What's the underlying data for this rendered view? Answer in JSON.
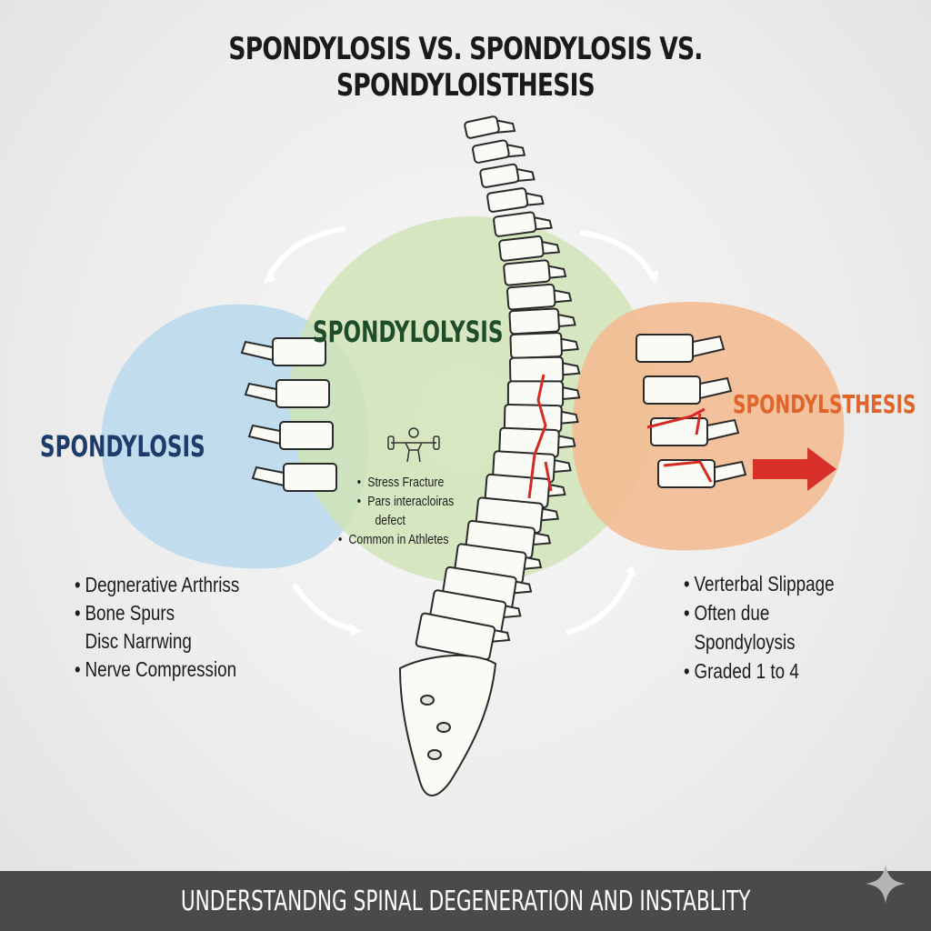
{
  "title": "SPONDYLOSIS VS. SPONDYLOSIS VS. SPONDYLOISTHESIS",
  "sections": {
    "spondylosis": {
      "label": "SPONDYLOSIS",
      "color": "#1d3b6b",
      "fill": "#b8d8ec",
      "bullets": [
        {
          "text": "Degnerative Arthriss",
          "bullet": true
        },
        {
          "text": "Bone Spurs",
          "bullet": true
        },
        {
          "text": "Disc Narrwing",
          "bullet": false
        },
        {
          "text": "Nerve Compression",
          "bullet": true
        }
      ]
    },
    "spondylolysis": {
      "label": "SPONDYLOLYSIS",
      "color": "#1f4d2a",
      "fill": "#cfe3b4",
      "icon": "weightlifter-icon",
      "bullets": [
        {
          "text": "Stress Fracture",
          "bullet": true
        },
        {
          "text": "Pars interacloiras",
          "bullet": true
        },
        {
          "text": "defect",
          "bullet": false
        },
        {
          "text": "Common in Athletes",
          "bullet": true
        }
      ]
    },
    "spondylolisthesis": {
      "label": "SPONDYLSTHESIS",
      "color": "#e0652a",
      "fill": "#f4b98e",
      "arrow_color": "#d9302a",
      "bullets": [
        {
          "text": "Verterbal Slippage",
          "bullet": true
        },
        {
          "text": "Often due",
          "bullet": true
        },
        {
          "text": "Spondyloysis",
          "bullet": false
        },
        {
          "text": "Graded 1 to 4",
          "bullet": true
        }
      ]
    }
  },
  "bullet_char": "•",
  "fracture_color": "#d42a22",
  "footer": {
    "text": "UNDERSTANDNG SPINAL DEGENERATION AND INSTABLITY",
    "background": "#4a4a4a"
  },
  "watermark_icon": "sparkle-icon"
}
